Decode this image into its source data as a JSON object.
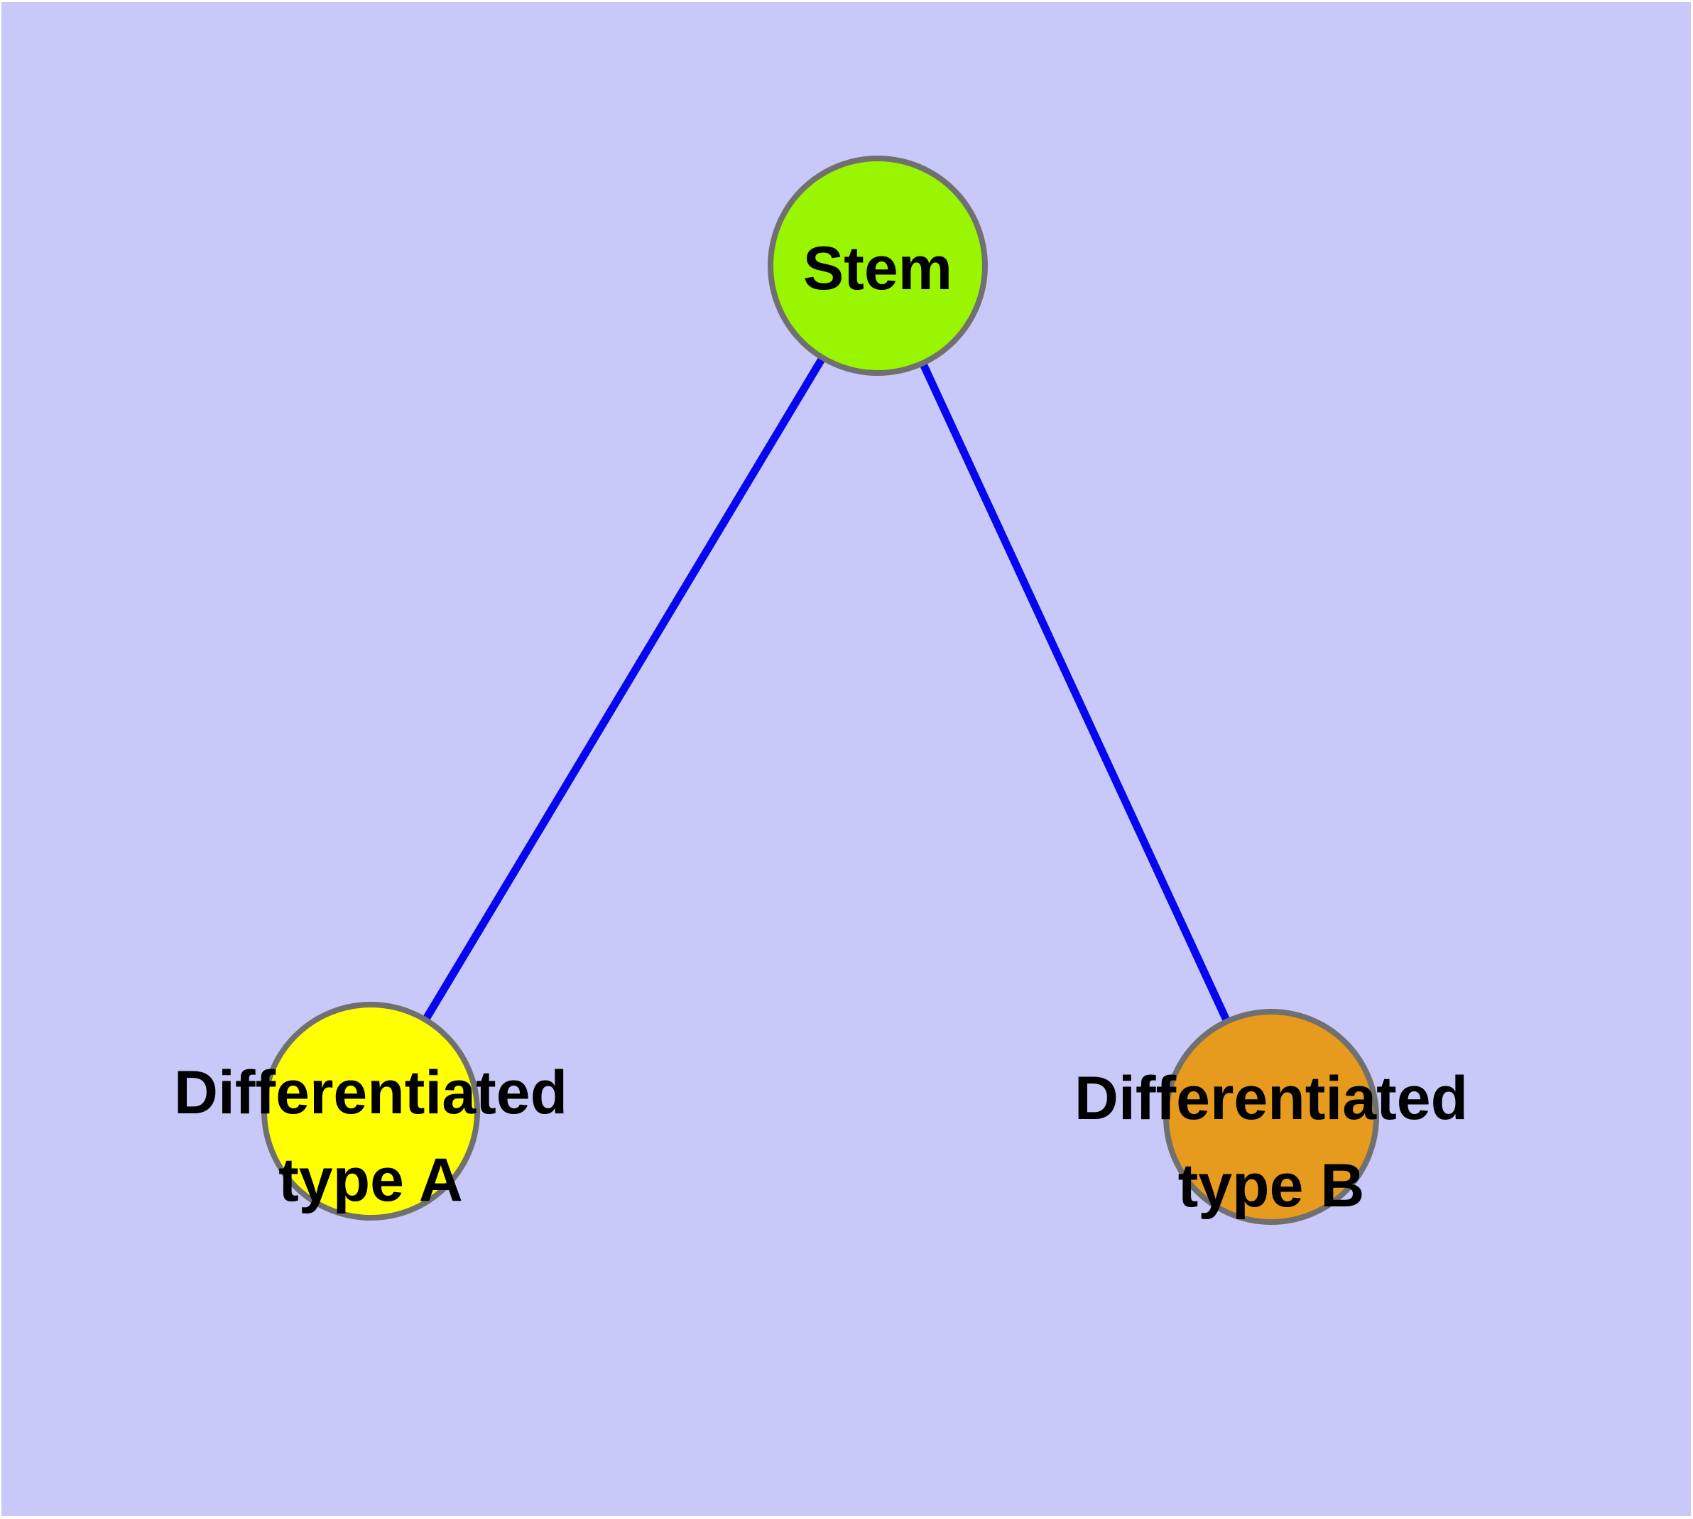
{
  "diagram": {
    "type": "graph",
    "description": "Cell differentiation tree: a stem node with two differentiated child types",
    "background_color": "#c9c9f9",
    "frame_color": "#ffffff",
    "node_border_color": "#707070",
    "edge_color": "#0707ee",
    "label_color": "#000000",
    "nodes": [
      {
        "id": "stem",
        "label": "Stem",
        "label_lines": [
          "Stem"
        ],
        "fill": "#9af500",
        "shape": "circle"
      },
      {
        "id": "differentiated-type-a",
        "label": "Differentiated type A",
        "label_lines": [
          "Differentiated",
          "type A"
        ],
        "fill": "#ffff00",
        "shape": "circle"
      },
      {
        "id": "differentiated-type-b",
        "label": "Differentiated type B",
        "label_lines": [
          "Differentiated",
          "type B"
        ],
        "fill": "#e69a1e",
        "shape": "circle"
      }
    ],
    "edges": [
      {
        "from": "stem",
        "to": "differentiated-type-a",
        "color": "#0707ee"
      },
      {
        "from": "stem",
        "to": "differentiated-type-b",
        "color": "#0707ee"
      }
    ]
  }
}
